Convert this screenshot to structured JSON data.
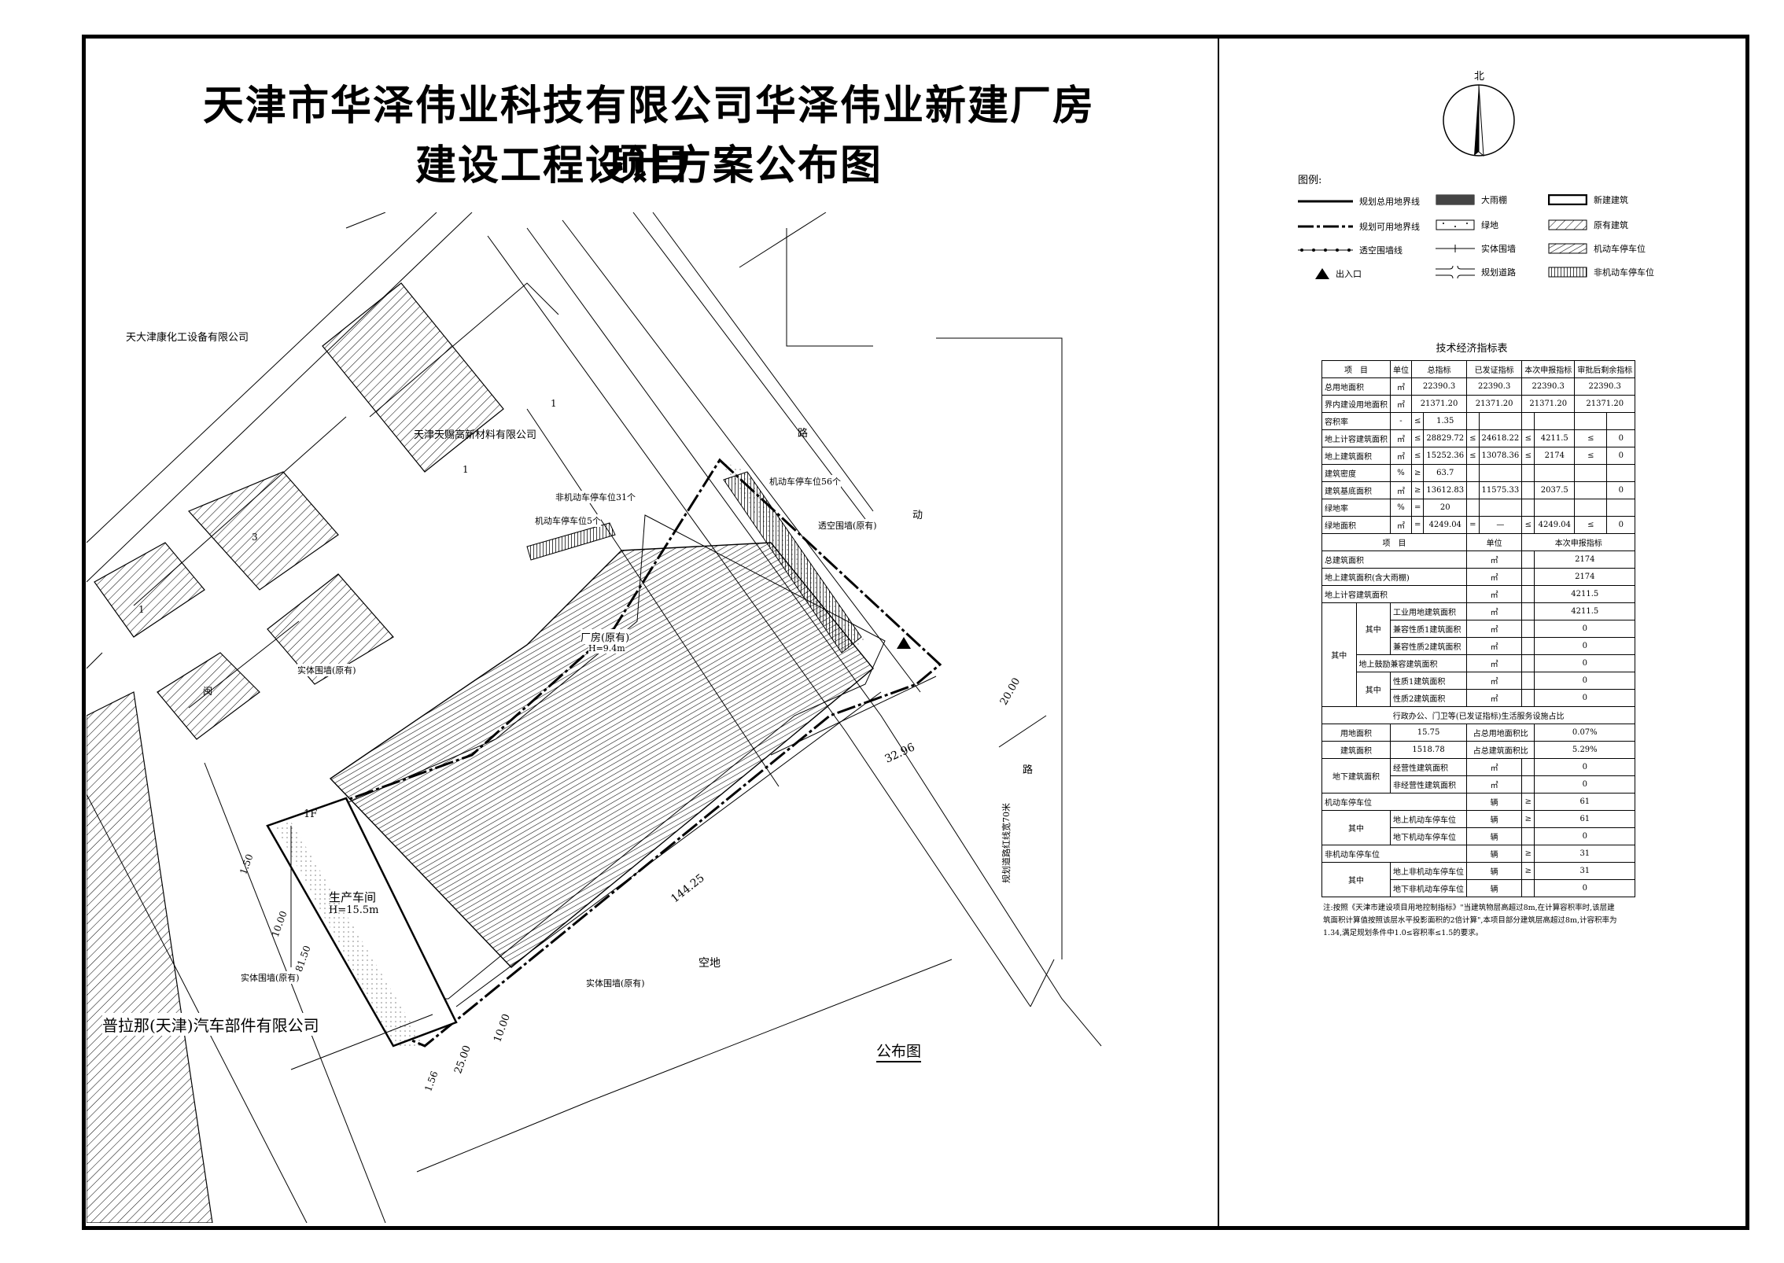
{
  "title": {
    "line1": "天津市华泽伟业科技有限公司华泽伟业新建厂房项目",
    "line2": "建设工程设计方案公布图"
  },
  "compass": {
    "north": "北"
  },
  "legend": {
    "heading": "图例:",
    "items": [
      {
        "label": "规划总用地界线"
      },
      {
        "label": "规划可用地界线"
      },
      {
        "label": "透空围墙线"
      },
      {
        "label": "出入口"
      },
      {
        "label": "大雨棚"
      },
      {
        "label": "绿地"
      },
      {
        "label": "实体围墙"
      },
      {
        "label": "规划道路"
      },
      {
        "label": "新建建筑"
      },
      {
        "label": "原有建筑"
      },
      {
        "label": "机动车停车位"
      },
      {
        "label": "非机动车停车位"
      }
    ]
  },
  "plan": {
    "labels": {
      "tianda": "天大津康化工设备有限公司",
      "tianci": "天津天赐高新材料有限公司",
      "pulana": "普拉那(天津)汽车部件有限公司",
      "kongdi": "空地",
      "factory": "厂房(原有)",
      "factory_h": "H=9.4m",
      "workshop": "生产车间",
      "workshop_h": "H=15.5m",
      "if_label": "1F",
      "wall1": "实体围墙(原有)",
      "wall2": "实体围墙(原有)",
      "wall3": "实体围墙(原有)",
      "nonmotor": "非机动车停车位31个",
      "motor5": "机动车停车位5个",
      "motor56": "机动车停车位56个",
      "transwall": "透空围墙(原有)",
      "dim_3296": "32.96",
      "dim_14425": "144.25",
      "dim_2000": "20.00",
      "dim_2500": "25.00",
      "dim_1000": "10.00",
      "dim_156": "1.56",
      "dim_150": "1.50",
      "dim_8150": "81.50",
      "dim_1000b": "10.00",
      "road_name": "规划道路红线宽70米",
      "road1": "路",
      "road2": "路",
      "road3": "动",
      "bldg1": "1",
      "bldg2": "1",
      "bldg3": "3",
      "bldg4": "1",
      "bldg5": "闽",
      "public_fig": "公布图"
    }
  },
  "tech_table": {
    "title": "技术经济指标表",
    "head": [
      "项　目",
      "单位",
      "总指标",
      "已发证指标",
      "本次申报指标",
      "审批后剩余指标"
    ],
    "rows1": [
      [
        "总用地面积",
        "㎡",
        "22390.3",
        "22390.3",
        "22390.3",
        "22390.3"
      ],
      [
        "界内建设用地面积",
        "㎡",
        "21371.20",
        "21371.20",
        "21371.20",
        "21371.20"
      ],
      [
        "容积率",
        "-",
        "≤",
        "1.35",
        "",
        "",
        "",
        "",
        "",
        ""
      ],
      [
        "地上计容建筑面积",
        "㎡",
        "≤",
        "28829.72",
        "≤",
        "24618.22",
        "≤",
        "4211.5",
        "≤",
        "0"
      ],
      [
        "地上建筑面积",
        "㎡",
        "≤",
        "15252.36",
        "≤",
        "13078.36",
        "≤",
        "2174",
        "≤",
        "0"
      ],
      [
        "建筑密度",
        "%",
        "≥",
        "63.7",
        "",
        "",
        "",
        "",
        "",
        ""
      ],
      [
        "建筑基底面积",
        "㎡",
        "≥",
        "13612.83",
        "",
        "11575.33",
        "",
        "2037.5",
        "",
        "0"
      ],
      [
        "绿地率",
        "%",
        "=",
        "20",
        "",
        "",
        "",
        "",
        "",
        ""
      ],
      [
        "绿地面积",
        "㎡",
        "=",
        "4249.04",
        "=",
        "—",
        "≤",
        "4249.04",
        "≤",
        "0"
      ]
    ],
    "head2": [
      "项　目",
      "单位",
      "本次申报指标"
    ],
    "rows2": [
      [
        "总建筑面积",
        "㎡",
        "",
        "2174"
      ],
      [
        "地上建筑面积(含大雨棚)",
        "㎡",
        "",
        "2174"
      ],
      [
        "地上计容建筑面积",
        "㎡",
        "",
        "4211.5"
      ],
      [
        "工业用地建筑面积",
        "㎡",
        "",
        "4211.5"
      ],
      [
        "兼容性质1建筑面积",
        "㎡",
        "",
        "0"
      ],
      [
        "兼容性质2建筑面积",
        "㎡",
        "",
        "0"
      ],
      [
        "地上鼓励兼容建筑面积",
        "㎡",
        "",
        "0"
      ],
      [
        "性质1建筑面积",
        "㎡",
        "",
        "0"
      ],
      [
        "性质2建筑面积",
        "㎡",
        "",
        "0"
      ]
    ],
    "svc_title": "行政办公、门卫等(已发证指标)生活服务设施占比",
    "svc": [
      [
        "用地面积",
        "15.75",
        "占总用地面积比",
        "0.07%"
      ],
      [
        "建筑面积",
        "1518.78",
        "占总建筑面积比",
        "5.29%"
      ]
    ],
    "rows3": [
      [
        "经营性建筑面积",
        "㎡",
        "",
        "0"
      ],
      [
        "非经营性建筑面积",
        "㎡",
        "",
        "0"
      ],
      [
        "机动车停车位",
        "辆",
        "≥",
        "61"
      ],
      [
        "地上机动车停车位",
        "辆",
        "≥",
        "61"
      ],
      [
        "地下机动车停车位",
        "辆",
        "",
        "0"
      ],
      [
        "非机动车停车位",
        "辆",
        "≥",
        "31"
      ],
      [
        "地上非机动车停车位",
        "辆",
        "≥",
        "31"
      ],
      [
        "地下非机动车停车位",
        "辆",
        "",
        "0"
      ]
    ],
    "side": {
      "qi": "其",
      "zhong": "中",
      "underground": "地下建筑面积"
    },
    "note": "注:按照《天津市建设项目用地控制指标》\"当建筑物层高超过8m,在计算容积率时,该层建筑面积计算值按照该层水平投影面积的2倍计算\",本项目部分建筑层高超过8m,计容积率为1.34,满足规划条件中1.0≤容积率≤1.5的要求。"
  }
}
